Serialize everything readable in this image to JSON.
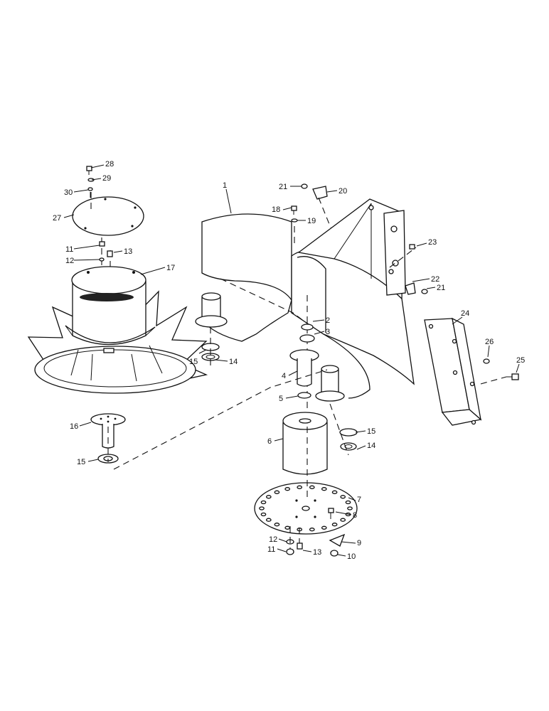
{
  "callouts": [
    "1",
    "2",
    "3",
    "4",
    "5",
    "6",
    "7",
    "8",
    "9",
    "10",
    "11",
    "12",
    "13",
    "14",
    "15",
    "16",
    "17",
    "18",
    "19",
    "20",
    "21",
    "22",
    "23",
    "24",
    "25",
    "26",
    "27",
    "28",
    "29",
    "30"
  ],
  "colors": {
    "line": "#111111",
    "background": "#ffffff"
  }
}
